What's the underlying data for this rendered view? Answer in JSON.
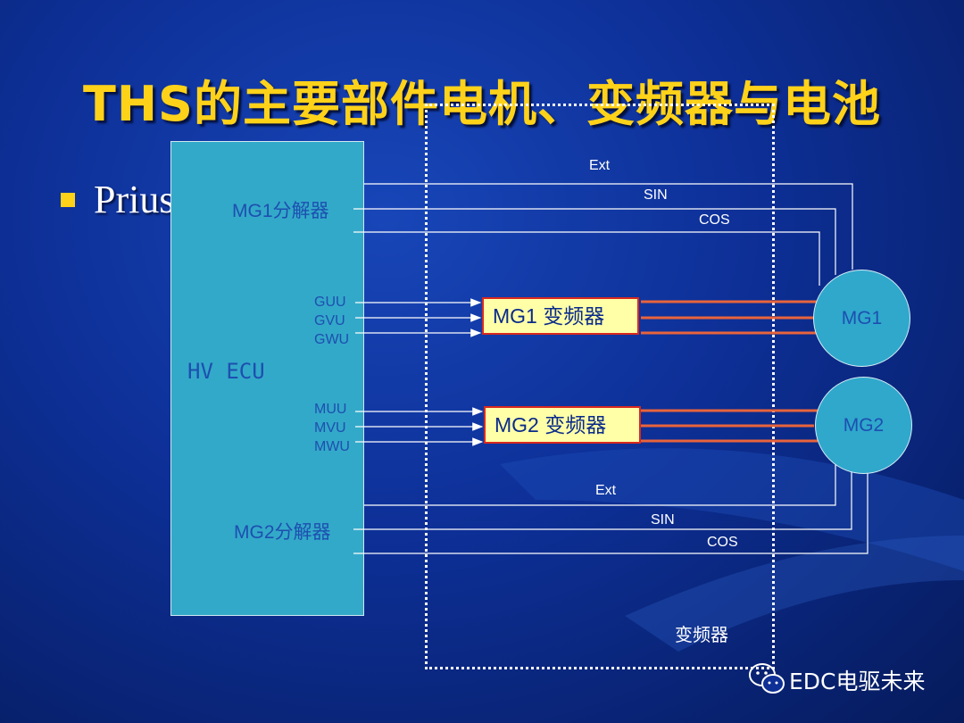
{
  "title": "THS的主要部件电机、变频器与电池",
  "bullet": "Prius",
  "ecu": {
    "label": "HV ECU",
    "mg1_resolver": "MG1分解器",
    "mg2_resolver": "MG2分解器",
    "mg1_gates": [
      "GUU",
      "GVU",
      "GWU"
    ],
    "mg2_gates": [
      "MUU",
      "MVU",
      "MWU"
    ]
  },
  "signals_top": [
    "Ext",
    "SIN",
    "COS"
  ],
  "signals_bottom": [
    "Ext",
    "SIN",
    "COS"
  ],
  "inverters": [
    "MG1 变频器",
    "MG2 变频器"
  ],
  "inverter_frame_label": "变频器",
  "motors": [
    "MG1",
    "MG2"
  ],
  "watermark": "EDC电驱未来",
  "colors": {
    "title": "#ffd21a",
    "ecu_fill": "#33a9c9",
    "inverter_fill": "#ffffa8",
    "inverter_border": "#d8291f",
    "phase_line": "#e8643c",
    "motor_fill": "#2fa8cc"
  }
}
